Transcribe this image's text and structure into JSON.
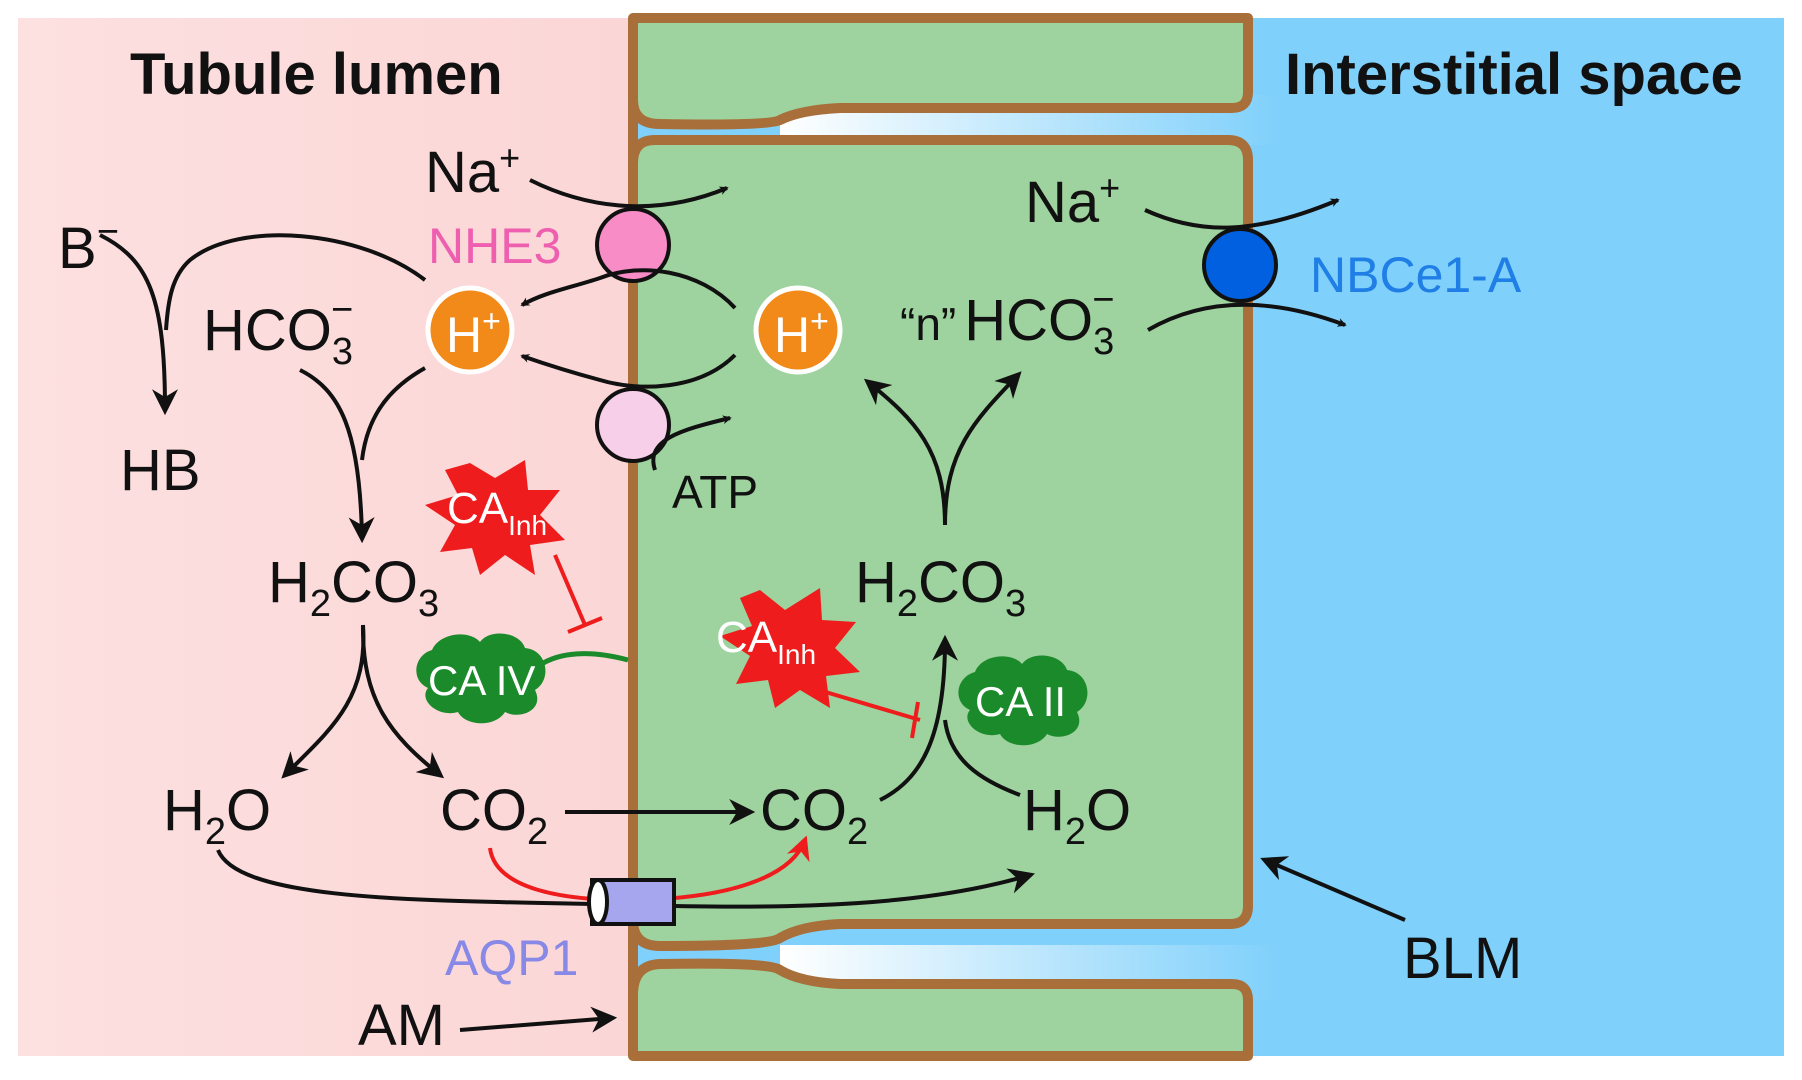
{
  "regions": {
    "lumen_label": "Tubule lumen",
    "interstitial_label": "Interstitial space"
  },
  "ions": {
    "na": "Na",
    "plus": "+",
    "b": "B",
    "minus": "−",
    "hco": "HCO",
    "sub3": "3",
    "n_quote": "“n”",
    "hb": "HB",
    "h": "H",
    "atp": "ATP"
  },
  "molecules": {
    "h": "H",
    "sub2": "2",
    "co": "CO",
    "co3": "CO",
    "o": "O",
    "sub3": "3"
  },
  "transporters": {
    "nhe3": "NHE3",
    "nbce1": "NBCe1-A",
    "aqp1": "AQP1"
  },
  "enzymes": {
    "ca4": "CA IV",
    "ca2": "CA II",
    "ca_inh_main": "CA",
    "ca_inh_sub": "Inh"
  },
  "membranes": {
    "am": "AM",
    "blm": "BLM"
  },
  "colors": {
    "lumen_bg": "#fde0e0",
    "interstitial_bg": "#7fd0fb",
    "cell_fill": "#9ed29e",
    "membrane": "#a86f3a",
    "nhe3": "#f78cc6",
    "atpase": "#f8cfe8",
    "nbce1": "#0060e0",
    "proton": "#f28a1a",
    "aqp1": "#a6a6ee",
    "ca_green": "#1a8a2a",
    "ca_inh_red": "#ee1c1c",
    "label_nhe3": "#ee5fb0",
    "label_nbce1": "#1f7fe6",
    "label_aqp1": "#8888e6"
  }
}
